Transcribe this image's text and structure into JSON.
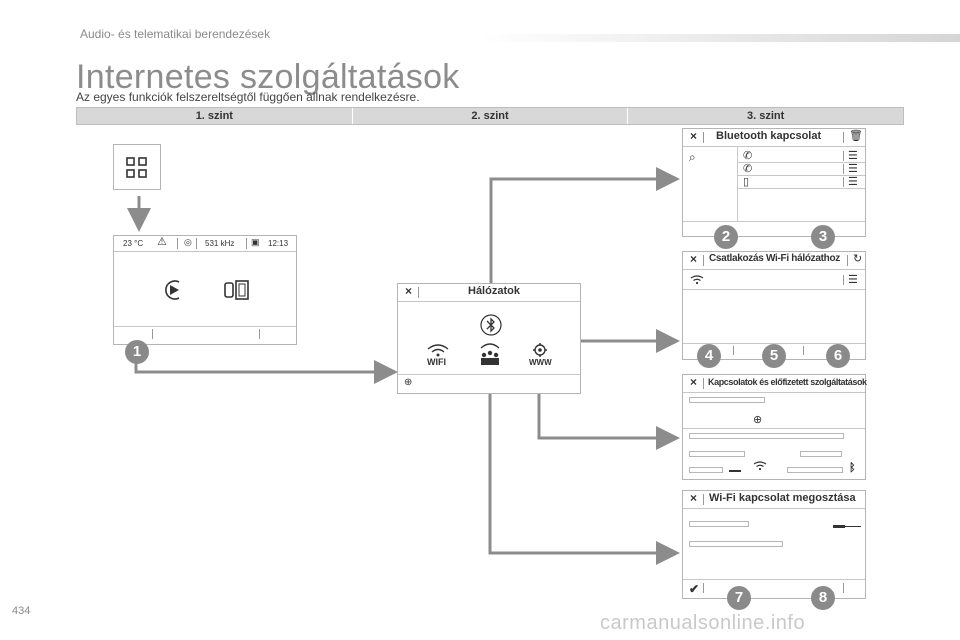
{
  "header": {
    "section": "Audio- és telematikai berendezések"
  },
  "page": {
    "title": "Internetes szolgáltatások",
    "subtitle": "Az egyes funkciók felszereltségtől függően állnak rendelkezésre.",
    "number": "434",
    "watermark": "carmanualsonline.info"
  },
  "levels": [
    "1. szint",
    "2. szint",
    "3. szint"
  ],
  "home_screen": {
    "temperature": "23 °C",
    "frequency": "531 kHz",
    "time": "12:13"
  },
  "networks_screen": {
    "title": "Hálózatok",
    "wifi_label": "WIFI",
    "www_label": "WWW"
  },
  "bluetooth_screen": {
    "title": "Bluetooth kapcsolat"
  },
  "wifi_connect_screen": {
    "title": "Csatlakozás Wi-Fi hálózathoz"
  },
  "services_screen": {
    "title": "Kapcsolatok és előfizetett szolgáltatások"
  },
  "wifi_share_screen": {
    "title": "Wi-Fi kapcsolat megosztása"
  },
  "badges": [
    "1",
    "2",
    "3",
    "4",
    "5",
    "6",
    "7",
    "8"
  ],
  "colors": {
    "connector": "#8c8c8c",
    "badge": "#8a8a8a",
    "title": "#8c8c8c"
  }
}
